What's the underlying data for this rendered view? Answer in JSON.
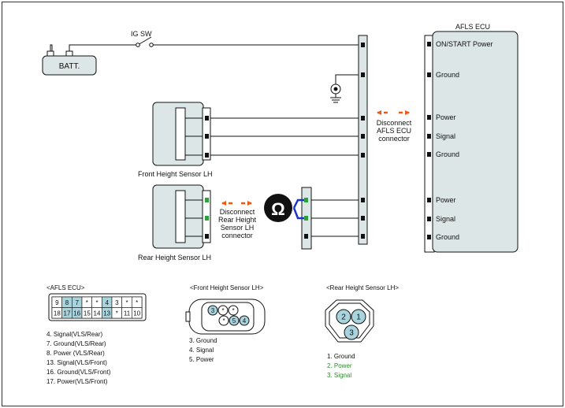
{
  "ecu": {
    "title": "AFLS ECU",
    "pins": [
      "ON/START Power",
      "Ground",
      "Power",
      "Signal",
      "Ground",
      "Power",
      "Signal",
      "Ground"
    ]
  },
  "battery": {
    "label": "BATT."
  },
  "ig_switch": {
    "label": "IG SW"
  },
  "disconnect_ecu": {
    "line1": "Disconnect",
    "line2": "AFLS ECU",
    "line3": "connector"
  },
  "disconnect_rear": {
    "line1": "Disconnect",
    "line2": "Rear Height",
    "line3": "Sensor LH",
    "line4": "connector"
  },
  "front_sensor": {
    "label": "Front Height Sensor LH"
  },
  "rear_sensor": {
    "label": "Rear Height Sensor LH"
  },
  "ohmmeter": {
    "symbol": "Ω"
  },
  "ecu_connector": {
    "title": "<AFLS ECU>",
    "row1": [
      "9",
      "8",
      "7",
      "*",
      "*",
      "4",
      "3",
      "*",
      "*"
    ],
    "row2": [
      "18",
      "17",
      "16",
      "15",
      "14",
      "13",
      "*",
      "11",
      "10"
    ],
    "pins": [
      "4. Signal(VLS/Rear)",
      "7. Ground(VLS/Rear)",
      "8. Power (VLS/Rear)",
      "13. Signal(VLS/Front)",
      "16. Ground(VLS/Front)",
      "17. Power(VLS/Front)"
    ]
  },
  "front_connector": {
    "title": "<Front Height Sensor  LH>",
    "row1": [
      "3",
      "*",
      "*"
    ],
    "row2": [
      "*",
      "5",
      "4"
    ],
    "pins": [
      "3. Ground",
      "4. Signal",
      "5. Power"
    ]
  },
  "rear_connector": {
    "title": "<Rear Height Sensor LH>",
    "cells": [
      "2",
      "1",
      "3"
    ],
    "pins": [
      "1. Ground",
      "2. Power",
      "3. Signal"
    ]
  },
  "colors": {
    "box_fill": "#dde6e6",
    "pin_highlight": "#a9d4de",
    "arrow": "#ee5a14",
    "wire_blue": "#1a33cc",
    "pin_green": "#2e9e3e",
    "pin_black": "#111111",
    "text_green": "#2e8b2e"
  }
}
